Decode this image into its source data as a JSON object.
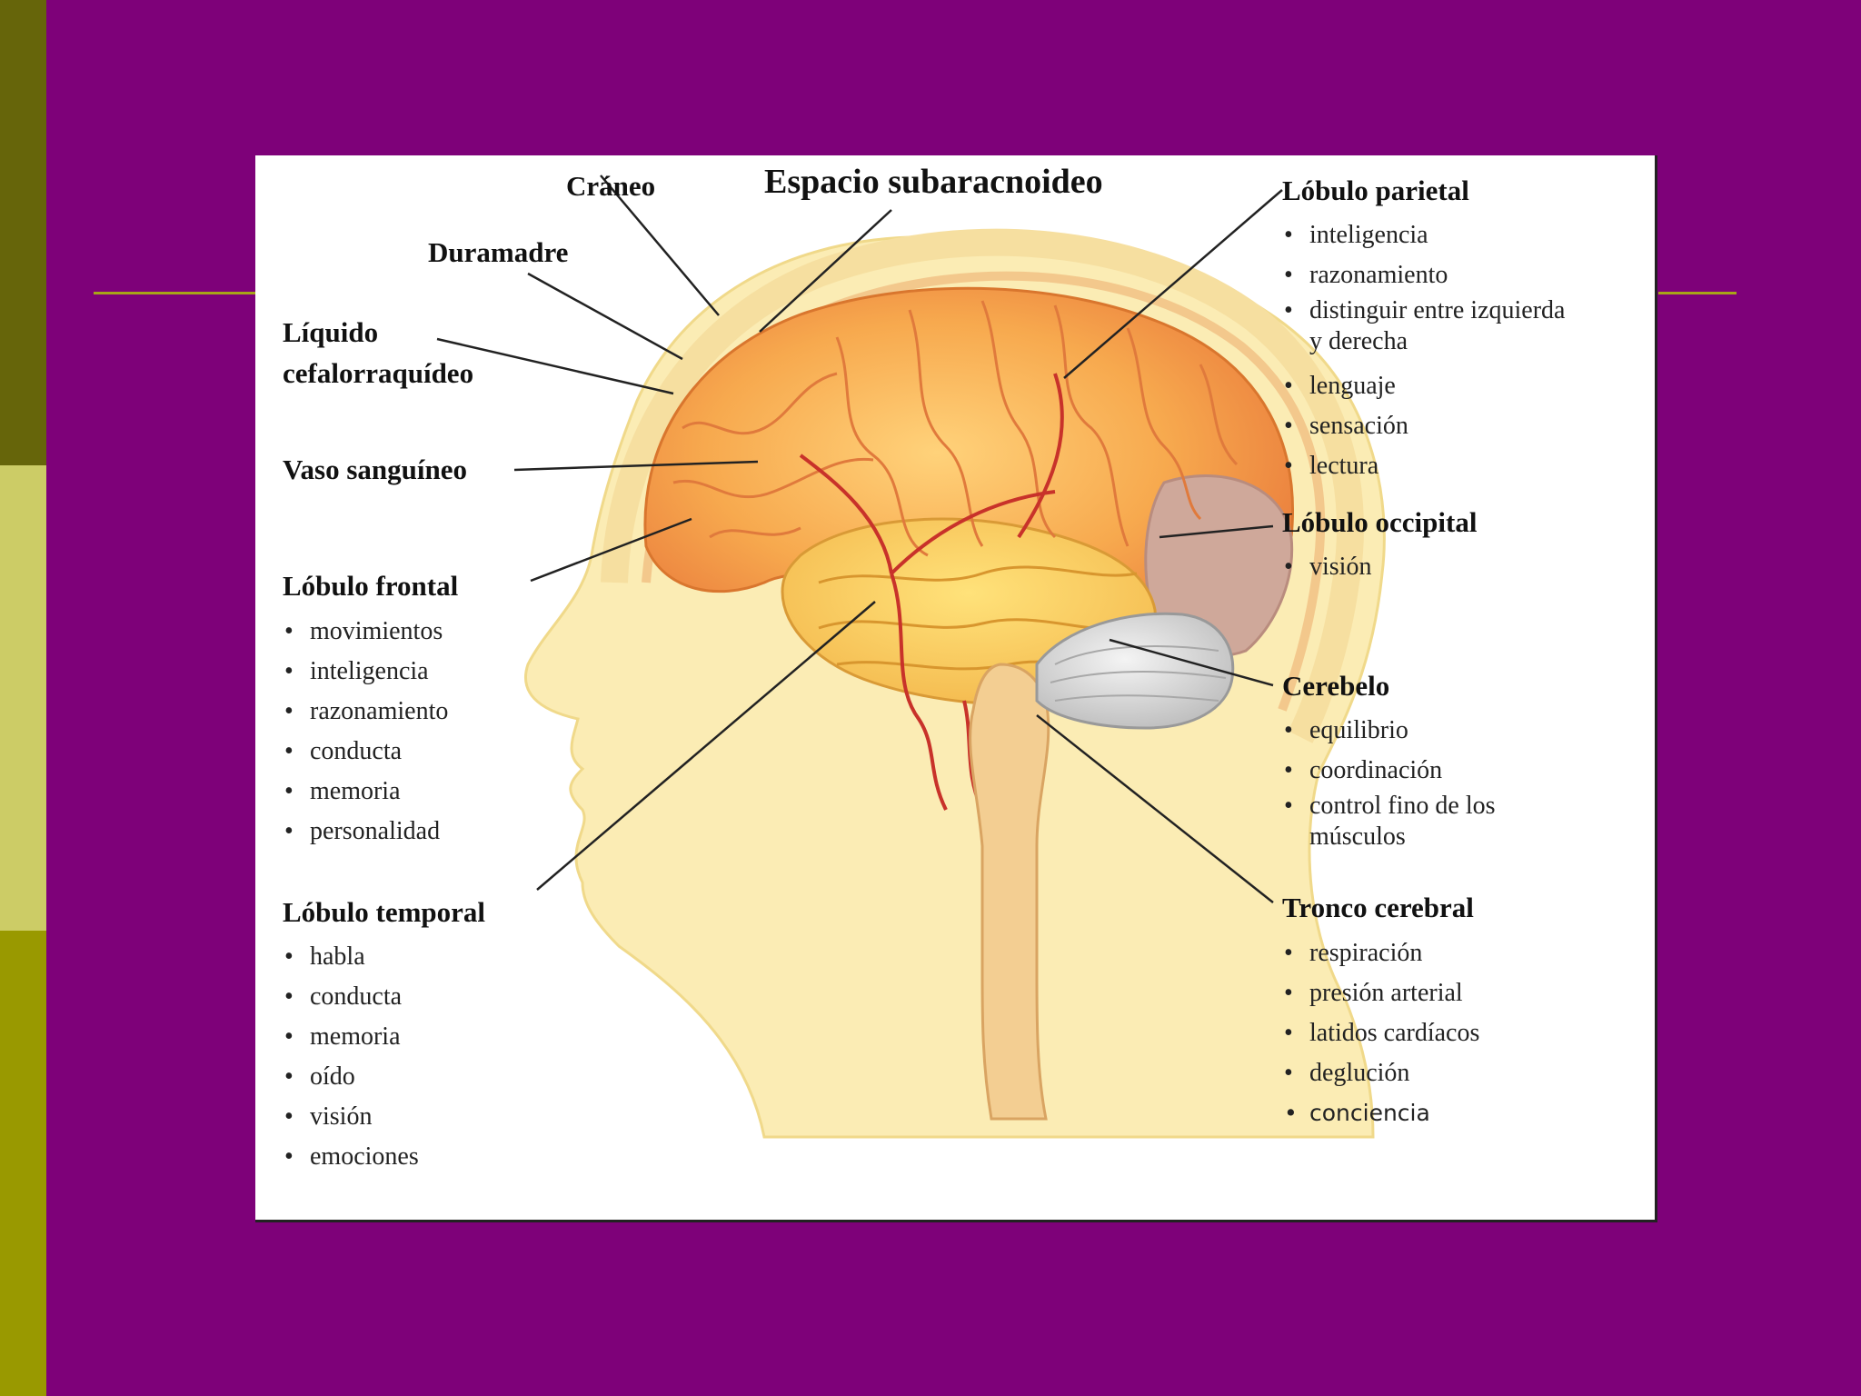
{
  "slide": {
    "side_colors": [
      "#66650a",
      "#cccc66",
      "#999900"
    ],
    "background": "#7e0179",
    "accent_line": "#a8a418"
  },
  "diagram": {
    "title": "Espacio subaracnoideo",
    "labels": {
      "craneo": "Cráneo",
      "duramadre": "Duramadre",
      "liquido_1": "Líquido",
      "liquido_2": "cefalorraquídeo",
      "vaso": "Vaso sanguíneo"
    },
    "lobulo_frontal": {
      "title": "Lóbulo frontal",
      "items": [
        "movimientos",
        "inteligencia",
        "razonamiento",
        "conducta",
        "memoria",
        "personalidad"
      ]
    },
    "lobulo_temporal": {
      "title": "Lóbulo temporal",
      "items": [
        "habla",
        "conducta",
        "memoria",
        "oído",
        "visión",
        "emociones"
      ]
    },
    "lobulo_parietal": {
      "title": "Lóbulo parietal",
      "items": [
        "inteligencia",
        "razonamiento",
        "distinguir entre izquierda y derecha",
        "lenguaje",
        "sensación",
        "lectura"
      ]
    },
    "lobulo_occipital": {
      "title": "Lóbulo occipital",
      "items": [
        "visión"
      ]
    },
    "cerebelo": {
      "title": "Cerebelo",
      "items": [
        "equilibrio",
        "coordinación",
        "control fino de los músculos"
      ]
    },
    "tronco_cerebral": {
      "title": "Tronco cerebral",
      "items": [
        "respiración",
        "presión arterial",
        "latidos cardíacos",
        "deglución",
        "conciencia"
      ]
    }
  }
}
